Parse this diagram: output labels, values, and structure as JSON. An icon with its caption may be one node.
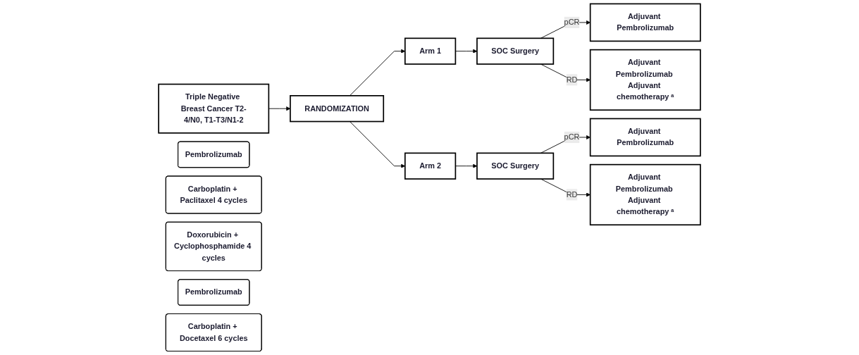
{
  "diagram": {
    "nodes": [
      {
        "text": [
          "Triple Negative Breast Cancer T2-4/N0, T1-T3/N1-2"
        ]
      },
      {
        "text": [
          "RANDOMIZATION"
        ]
      },
      {
        "text": [
          "Arm 1"
        ]
      },
      {
        "text": [
          "Pembrolizumab"
        ]
      },
      {
        "text": [
          "Carboplatin + Paclitaxel 4 cycles"
        ]
      },
      {
        "text": [
          "Doxorubicin + Cyclophosphamide 4 cycles"
        ]
      },
      {
        "text": [
          "Arm 2"
        ]
      },
      {
        "text": [
          "Pembrolizumab"
        ]
      },
      {
        "text": [
          "Carboplatin + Docetaxel 6 cycles"
        ]
      },
      {
        "text": [
          "SOC Surgery"
        ]
      },
      {
        "text": [
          "SOC Surgery"
        ]
      },
      {
        "text": [
          "Adjuvant Pembrolizumab"
        ]
      },
      {
        "text": [
          "Adjuvant Pembrolizumab Adjuvant chemotherapy ᵃ"
        ]
      },
      {
        "text": [
          "Adjuvant Pembrolizumab"
        ]
      },
      {
        "text": [
          "Adjuvant Pembrolizumab Adjuvant chemotherapy ᵃ"
        ]
      }
    ],
    "edges": [
      {
        "from": 0,
        "to": 1,
        "arrow": "to"
      },
      {
        "from": 1,
        "to": 2,
        "arrow": "to"
      },
      {
        "from": 1,
        "to": 6,
        "arrow": "to"
      },
      {
        "from": 2,
        "to": 9,
        "arrow": "to"
      },
      {
        "from": 6,
        "to": 10,
        "arrow": "to"
      },
      {
        "from": 9,
        "to": 11,
        "label": "pCR",
        "arrow": "to"
      },
      {
        "from": 9,
        "to": 12,
        "label": "RD",
        "arrow": "to"
      },
      {
        "from": 10,
        "to": 13,
        "label": "pCR",
        "arrow": "to"
      },
      {
        "from": 10,
        "to": 14,
        "label": "RD",
        "arrow": "to"
      }
    ]
  }
}
